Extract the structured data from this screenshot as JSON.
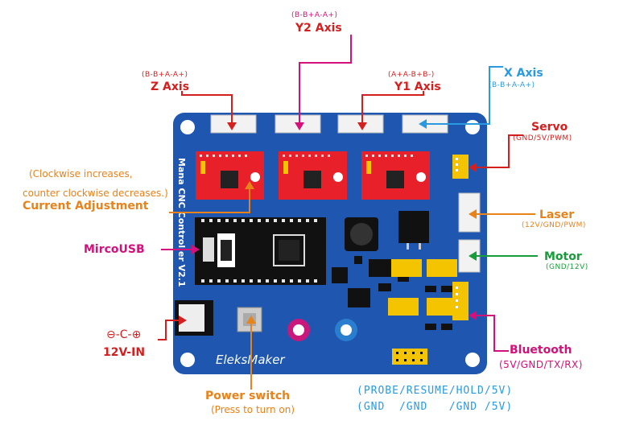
{
  "axes": {
    "y2": {
      "title": "Y2 Axis",
      "seq": "(B-B+A-A+)"
    },
    "z": {
      "title": "Z Axis",
      "seq": "(B-B+A-A+)"
    },
    "y1": {
      "title": "Y1 Axis",
      "seq": "(A+A-B+B-)"
    },
    "x": {
      "title": "X Axis",
      "seq": "(B-B+A-A+)"
    }
  },
  "servo": {
    "title": "Servo",
    "sub": "(GND/5V/PWM)"
  },
  "laser": {
    "title": "Laser",
    "sub": "(12V/GND/PWM)"
  },
  "motor": {
    "title": "Motor",
    "sub": "(GND/12V)"
  },
  "bluetooth": {
    "title": "Bluetooth",
    "sub": "(5V/GND/TX/RX)"
  },
  "current": {
    "note1": "(Clockwise increases,",
    "note2": "counter clockwise decreases.)",
    "title": "Current Adjustment"
  },
  "usb": {
    "title": "MircoUSB"
  },
  "power_in": {
    "symbol": "⊖-C-⊕",
    "title": "12V-IN"
  },
  "power_switch": {
    "title": "Power switch",
    "sub": "(Press to turn on)"
  },
  "probe": {
    "line1": "(PROBE/RESUME/HOLD/5V)",
    "line2": "(GND  /GND   /GND /5V)"
  },
  "board": {
    "name": "Mana CNC Controller V2.1",
    "brand": "EleksMaker"
  },
  "colors": {
    "board": "#1f57b0",
    "magenta": "#d4107a",
    "red": "#d41f1f",
    "orange": "#e8821a",
    "blue": "#2a9ae0",
    "green": "#179c3a"
  }
}
